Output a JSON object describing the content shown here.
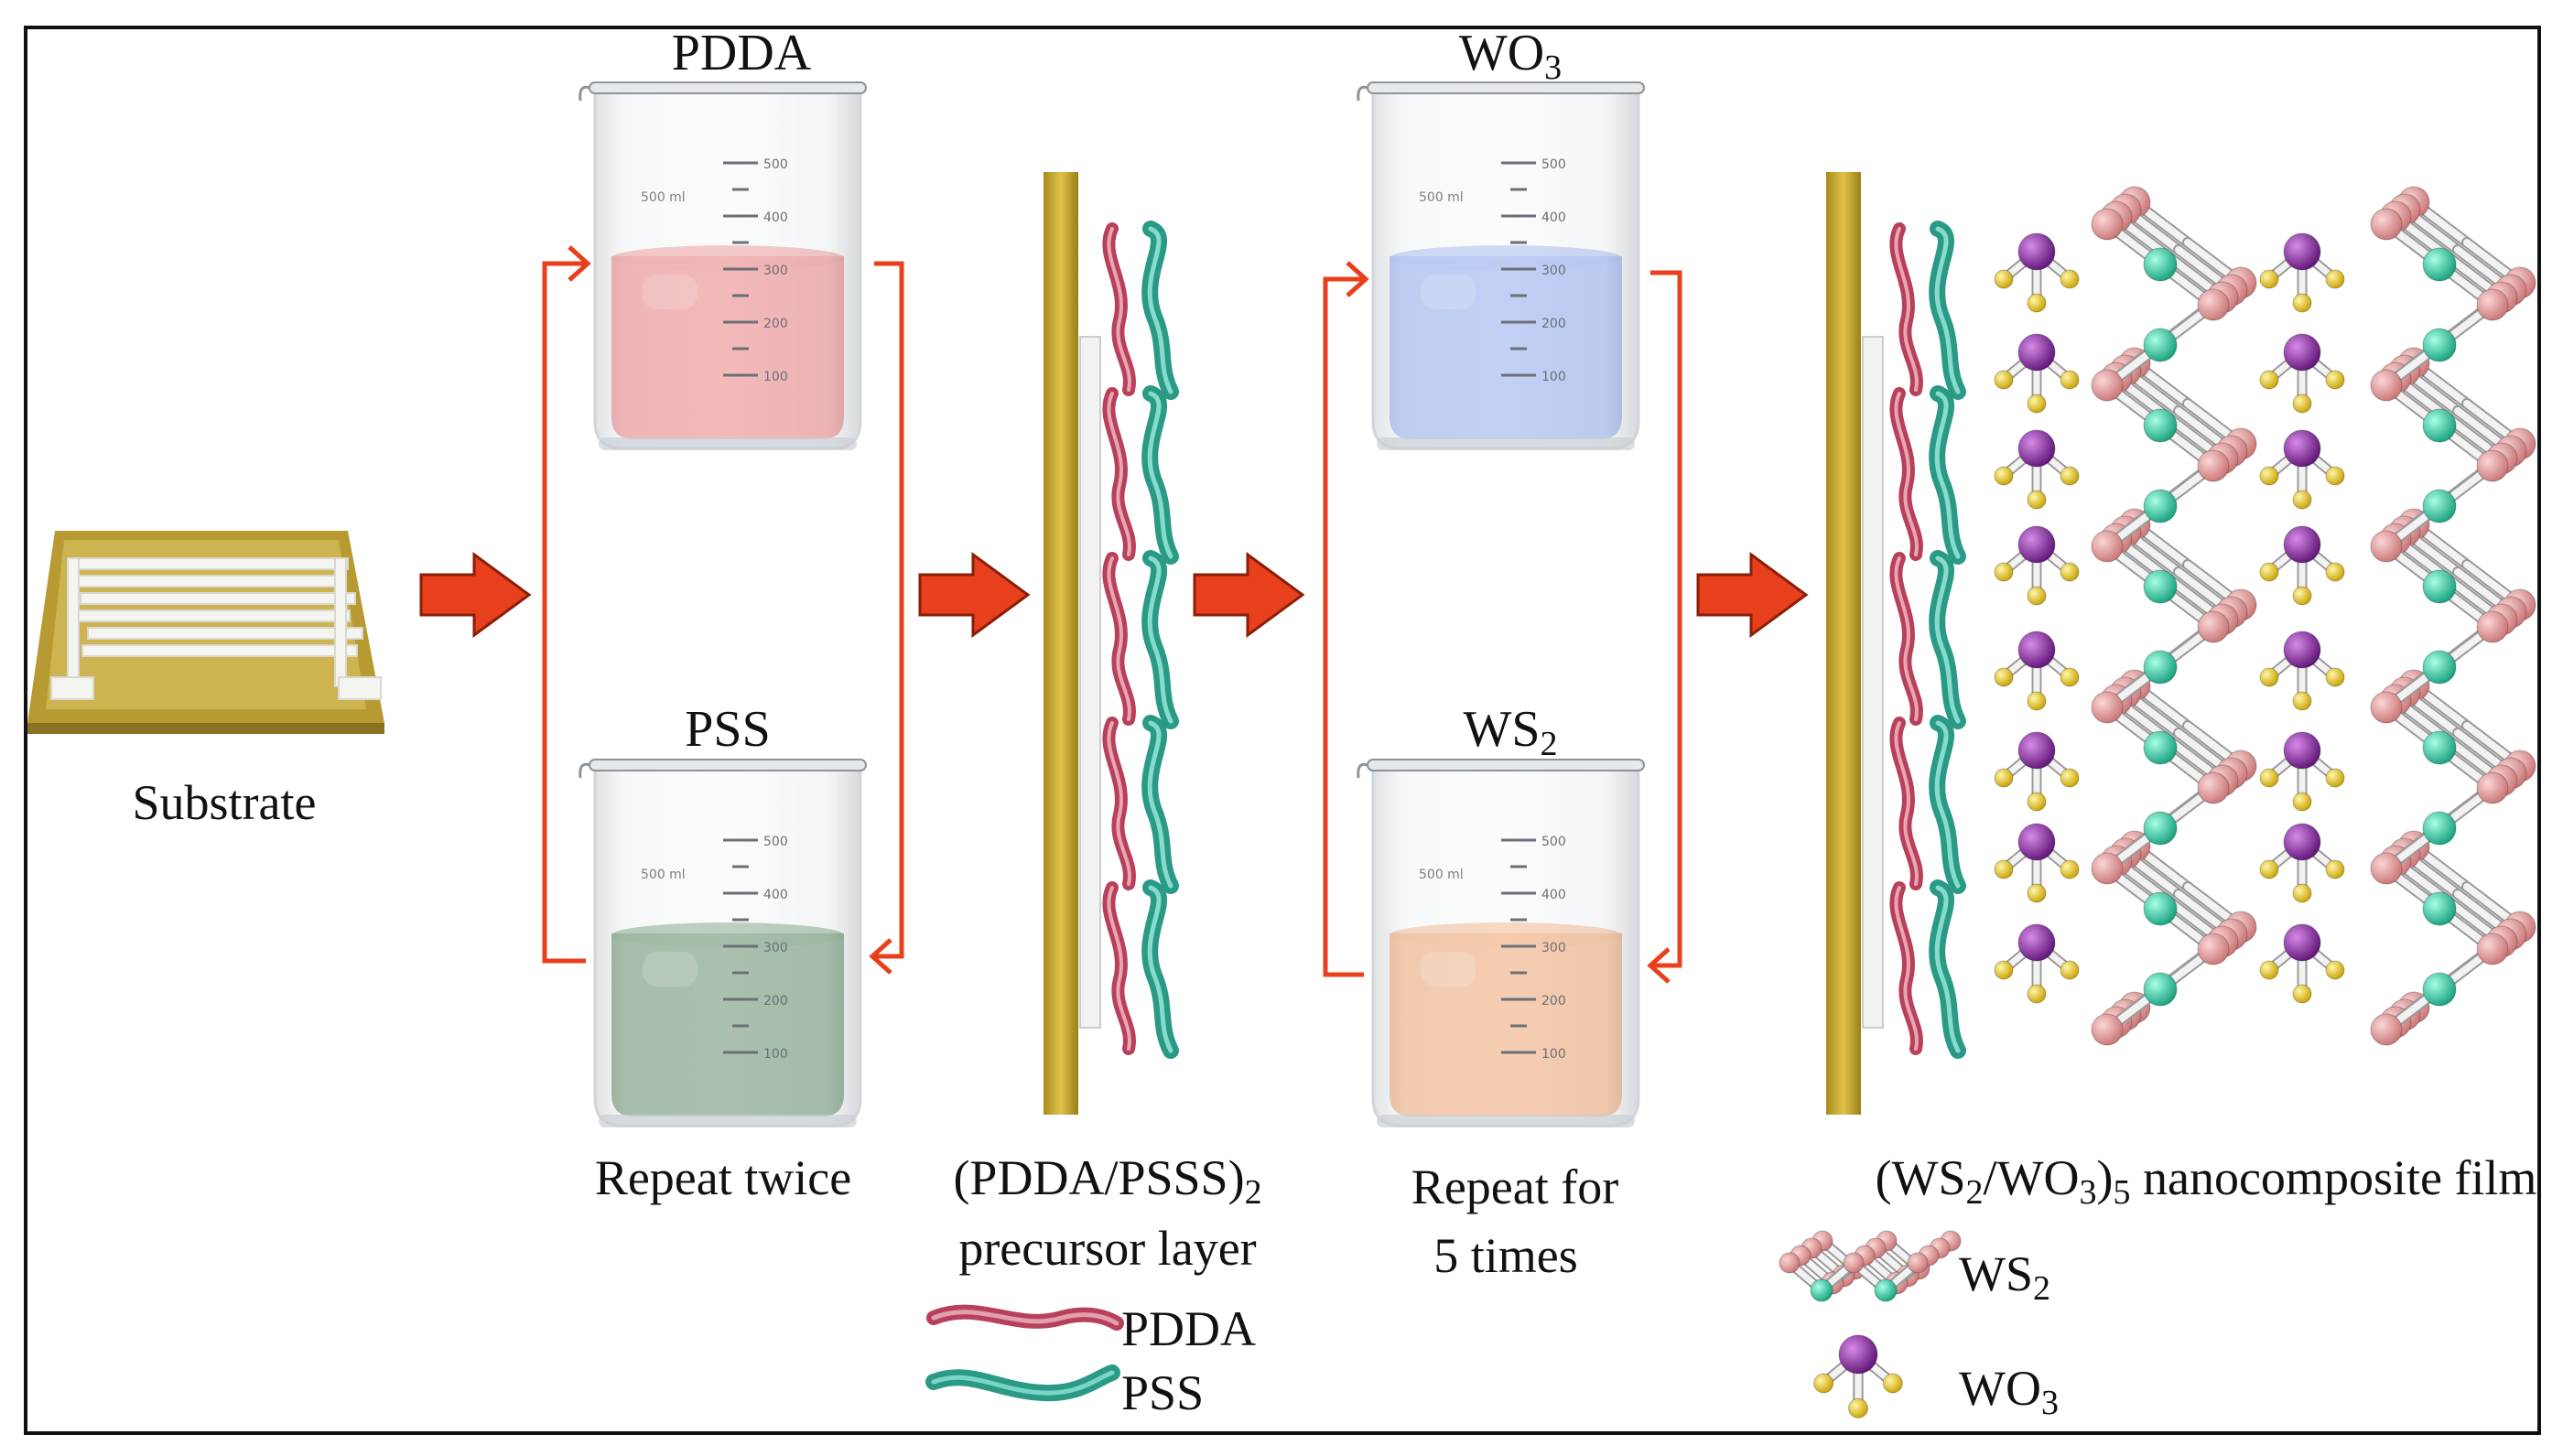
{
  "labels": {
    "substrate": "Substrate",
    "pdda_beaker": "PDDA",
    "pss_beaker": "PSS",
    "repeat_twice": "Repeat twice",
    "precursor_line1_main": "(PDDA/PSSS)",
    "precursor_line1_sub": "2",
    "precursor_line2": "precursor layer",
    "wo3_beaker_main": "WO",
    "wo3_beaker_sub": "3",
    "ws2_beaker_main": "WS",
    "ws2_beaker_sub": "2",
    "repeat_five_line1": "Repeat for",
    "repeat_five_line2": "5 times",
    "film_p1": "(WS",
    "film_s1": "2",
    "film_p2": "/WO",
    "film_s2": "3",
    "film_p3": ")",
    "film_s3": "5",
    "film_p4": " nanocomposite film"
  },
  "beaker_scale": [
    "500",
    "400",
    "300",
    "200",
    "100"
  ],
  "beaker_volume": "500 ml",
  "legend": {
    "pdda": "PDDA",
    "pss": "PSS",
    "ws2_main": "WS",
    "ws2_sub": "2",
    "wo3_main": "WO",
    "wo3_sub": "3"
  },
  "colors": {
    "pdda_solution": "#f07c7c",
    "pss_solution": "#5e8a63",
    "wo3_solution": "#8fa8f0",
    "ws2_solution": "#f4a36a",
    "flow_arrow": "#e8401c",
    "block_arrow": "#e8401c",
    "substrate": "#c9b14a",
    "pdda_strand": "#b8405a",
    "pss_strand": "#2a9a86",
    "tungsten": "#3ad3a8",
    "sulfur": "#e8a0a0",
    "tungsten_oxide": "#8e2ea8",
    "oxygen": "#f0d020"
  }
}
